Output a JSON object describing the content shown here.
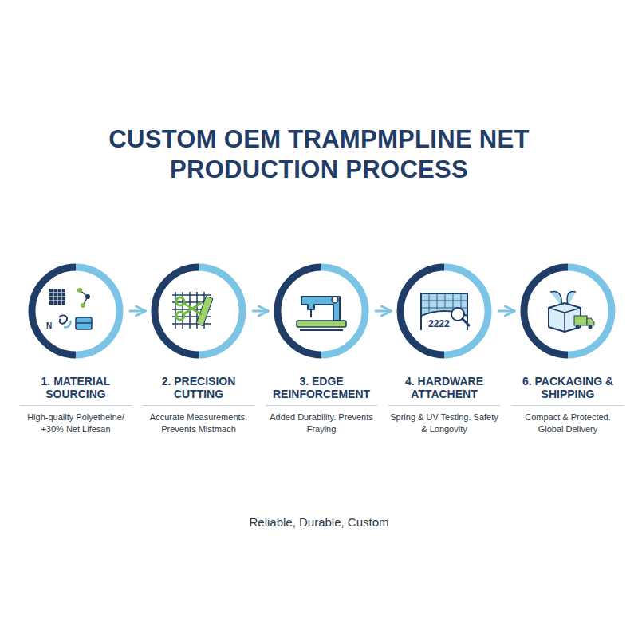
{
  "diagram": {
    "title": "CUSTOM OEM TRAMPMPLINE NET PRODUCTION PROCESS",
    "caption": "Reliable, Durable, Custom",
    "nodes": [
      {
        "text": [
          "1. MATERIAL SOURCING",
          "High-quality Polyetheine/ +30% Net Lifesan"
        ]
      },
      {
        "text": [
          "2. PRECISION CUTTING",
          "Accurate Measurements. Prevents Mistmach"
        ]
      },
      {
        "text": [
          "3. EDGE REINFORCEMENT",
          "Added Durability. Prevents Fraying"
        ]
      },
      {
        "text": [
          "4. HARDWARE ATTACHENT",
          "Spring & UV Testing. Safety & Longovity"
        ]
      },
      {
        "text": [
          "6. PACKAGING & SHIPPING",
          "Compact & Protected. Global Delivery"
        ]
      }
    ],
    "edges": [
      {
        "from": 0,
        "to": 1,
        "arrow": "to"
      },
      {
        "from": 1,
        "to": 2,
        "arrow": "to"
      },
      {
        "from": 2,
        "to": 3,
        "arrow": "to"
      },
      {
        "from": 3,
        "to": 4,
        "arrow": "to"
      }
    ],
    "labels": [
      "N",
      "2222"
    ]
  }
}
